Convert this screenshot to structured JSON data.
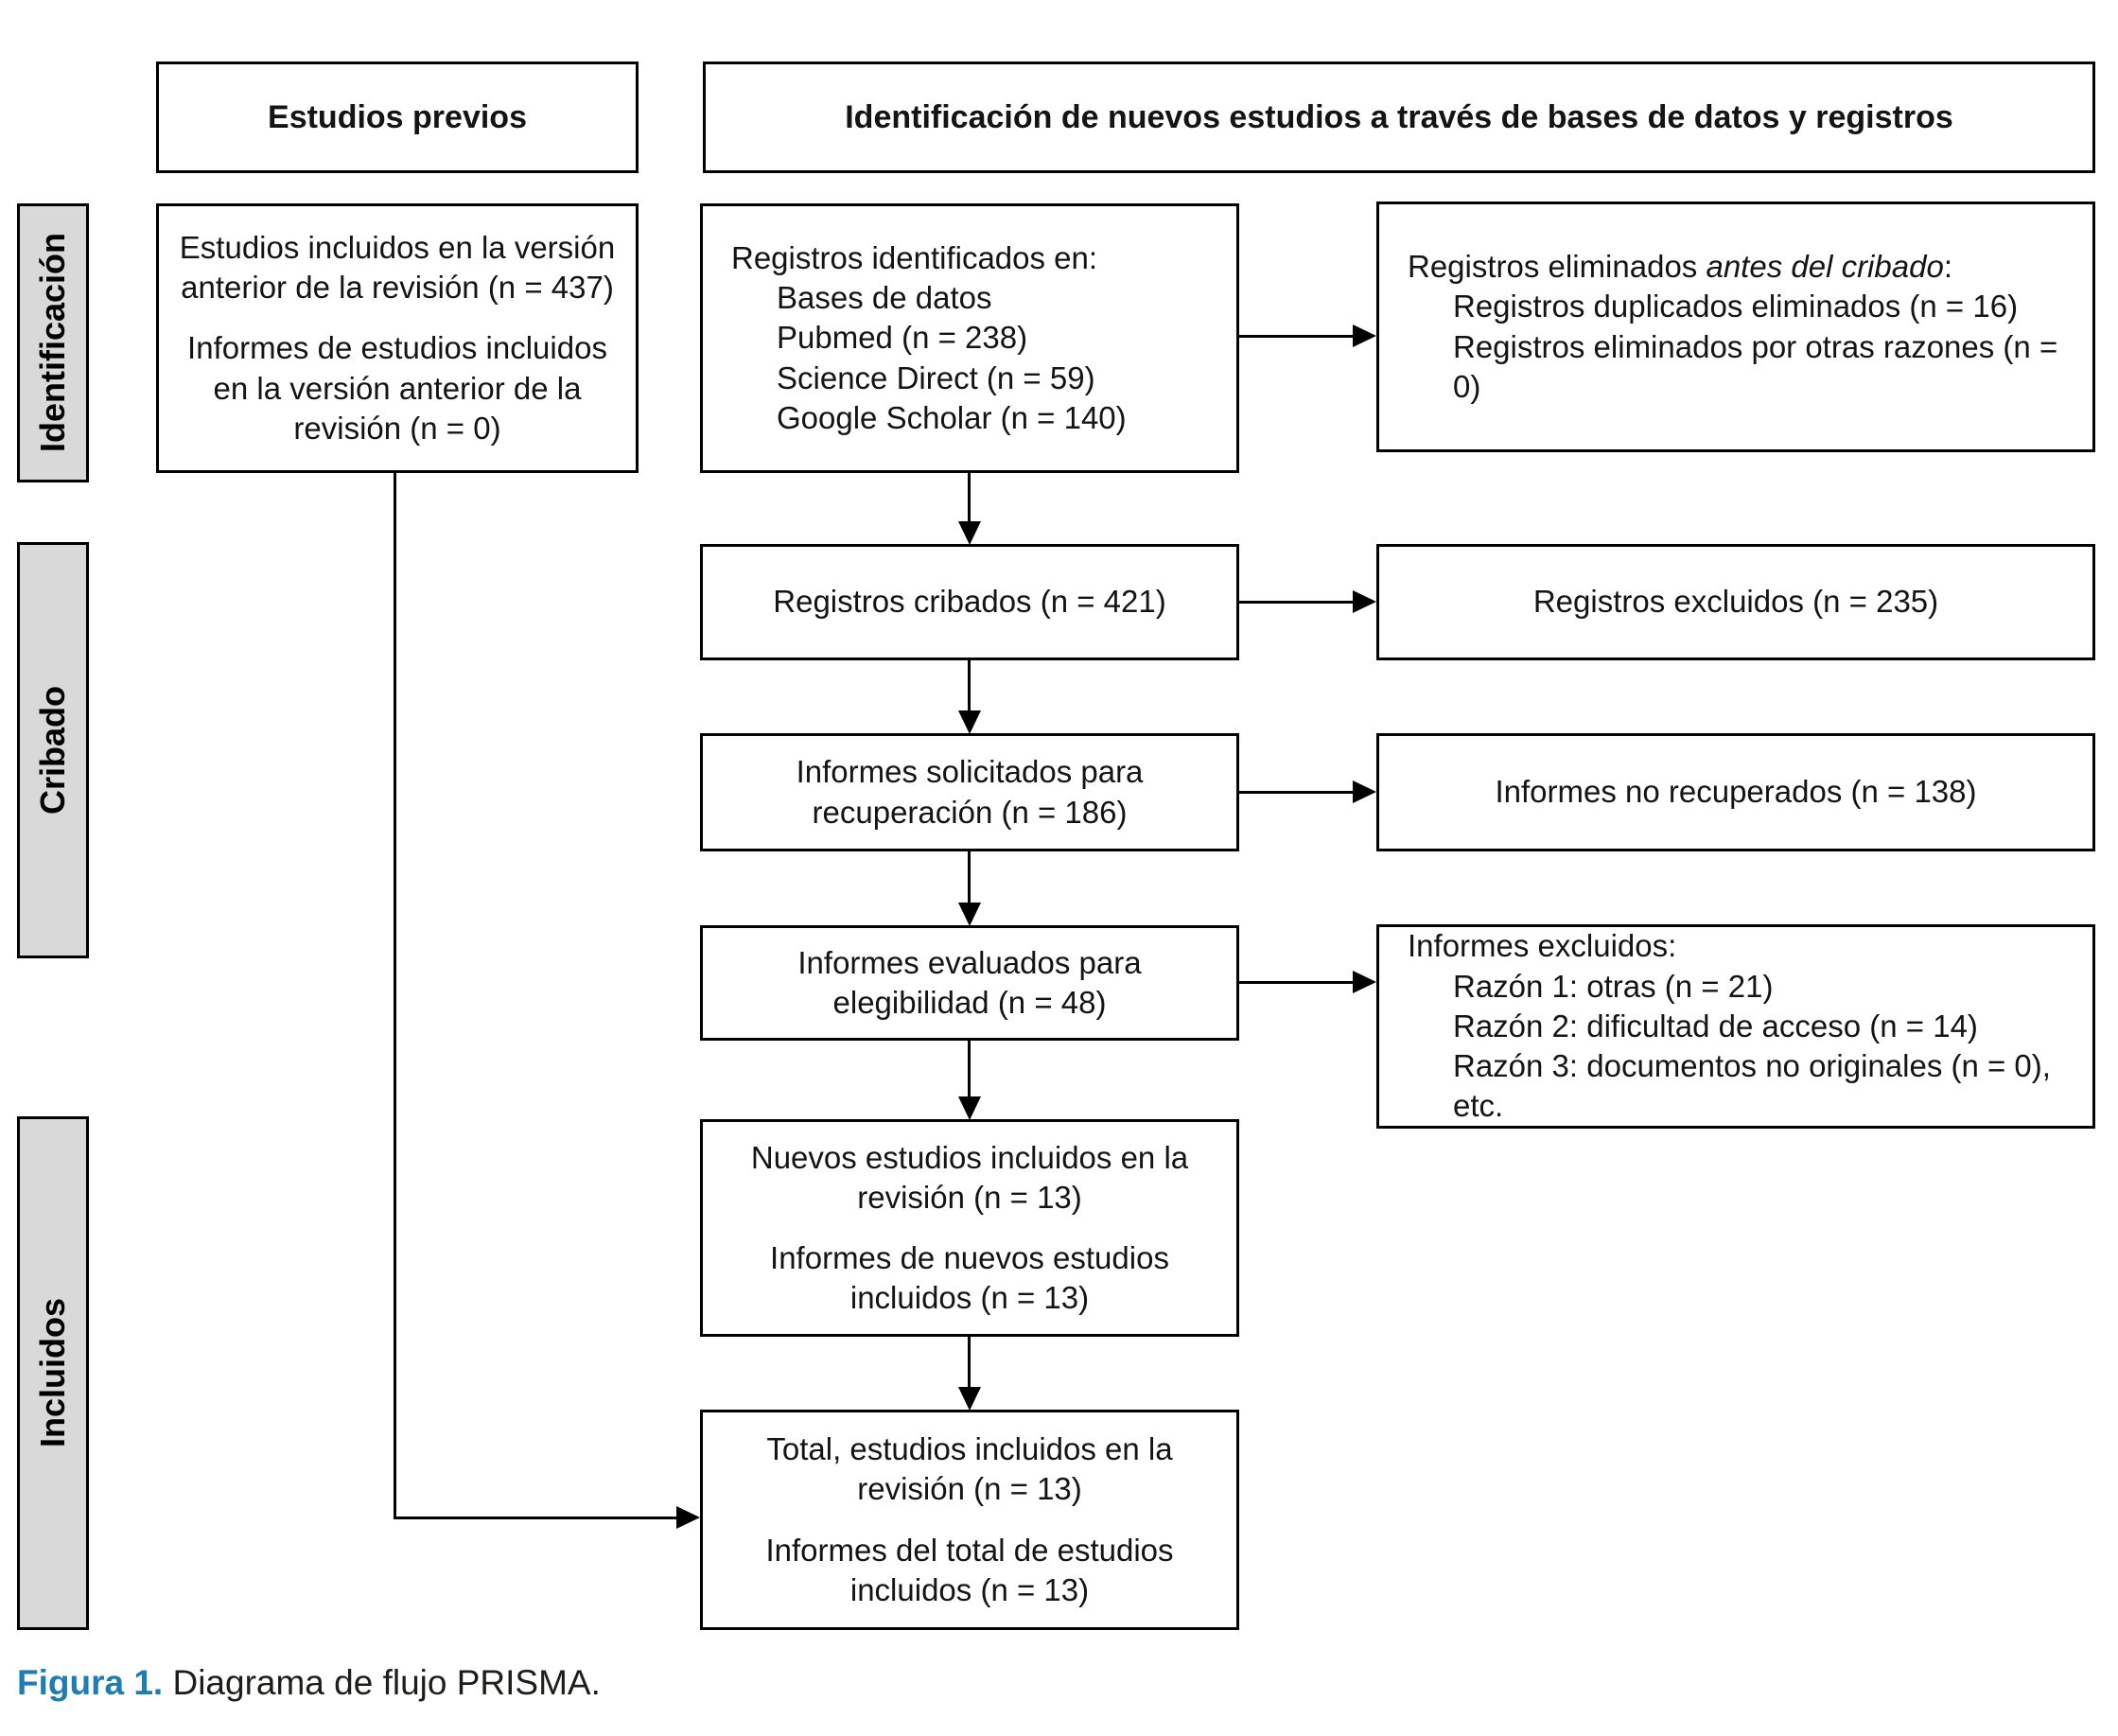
{
  "headers": {
    "previous": "Estudios previos",
    "identification": "Identificación de nuevos estudios a través de bases de datos y registros"
  },
  "sidebar": {
    "identification": "Identificación",
    "screening": "Cribado",
    "included": "Incluidos"
  },
  "boxes": {
    "previous_studies": {
      "p1": "Estudios incluidos en la versión anterior de la revisión (n = 437)",
      "p2": "Informes de estudios incluidos en la versión anterior de la revisión (n = 0)"
    },
    "records_identified": {
      "title": "Registros identificados en:",
      "items": [
        "Bases de datos",
        "Pubmed (n = 238)",
        "Science Direct (n = 59)",
        "Google Scholar (n = 140)"
      ]
    },
    "records_removed": {
      "title_prefix": "Registros eliminados ",
      "title_italic": "antes del cribado",
      "title_suffix": ":",
      "items": [
        "Registros duplicados eliminados (n = 16)",
        "Registros eliminados por otras razones (n = 0)"
      ]
    },
    "records_screened": {
      "text": "Registros cribados (n = 421)"
    },
    "records_excluded": {
      "text": "Registros excluidos (n = 235)"
    },
    "reports_sought": {
      "text": "Informes solicitados para recuperación (n = 186)"
    },
    "reports_not_retrieved": {
      "text": "Informes no recuperados (n = 138)"
    },
    "reports_assessed": {
      "text": "Informes evaluados para elegibilidad (n = 48)"
    },
    "reports_excluded": {
      "title": "Informes excluidos:",
      "items": [
        "Razón 1: otras (n = 21)",
        "Razón 2: dificultad de acceso (n = 14)",
        "Razón 3: documentos no originales (n = 0), etc."
      ]
    },
    "new_studies": {
      "p1": "Nuevos estudios incluidos en la revisión (n = 13)",
      "p2": "Informes de nuevos estudios incluidos (n = 13)"
    },
    "total_studies": {
      "p1": "Total, estudios incluidos en la revisión (n = 13)",
      "p2": "Informes del total de estudios incluidos (n = 13)"
    }
  },
  "caption": {
    "label": "Figura 1.",
    "text": " Diagrama de flujo PRISMA."
  },
  "colors": {
    "sidebar_fill": "#d9d9d9",
    "border": "#000000",
    "caption_accent": "#1e7db3"
  }
}
